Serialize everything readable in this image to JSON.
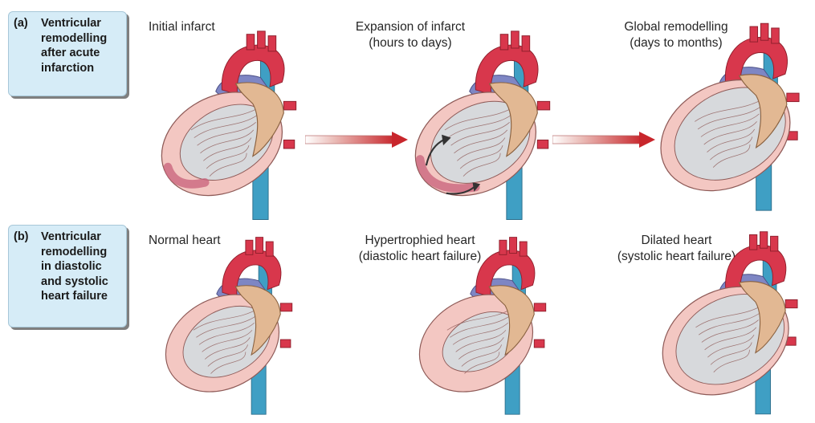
{
  "panel_a": {
    "label": "(a)",
    "lines": [
      "Ventricular",
      "remodelling",
      "after acute",
      "infarction"
    ],
    "stages": [
      {
        "lines": [
          "Initial infarct"
        ]
      },
      {
        "lines": [
          "Expansion of infarct",
          "(hours to days)"
        ]
      },
      {
        "lines": [
          "Global remodelling",
          "(days to months)"
        ]
      }
    ]
  },
  "panel_b": {
    "label": "(b)",
    "lines": [
      "Ventricular",
      "remodelling",
      "in diastolic",
      "and systolic",
      "heart failure"
    ],
    "stages": [
      {
        "lines": [
          "Normal heart"
        ]
      },
      {
        "lines": [
          "Hypertrophied heart",
          "(diastolic heart failure)"
        ]
      },
      {
        "lines": [
          "Dilated heart",
          "(systolic heart failure)"
        ]
      }
    ]
  },
  "colors": {
    "box_fill": "#d6ecf7",
    "arrow_red": "#c8262c",
    "myocardium": "#f3c7c2",
    "cavity": "#d7d9dc",
    "aorta": "#d8374c",
    "pulmonary": "#7e86c4",
    "vena_cava": "#3f9fc4",
    "atrium": "#e2b893",
    "infarct": "#c8607a"
  },
  "icons": {
    "arrow": "right-arrow-icon",
    "rotation": "curved-arrow-icon"
  }
}
